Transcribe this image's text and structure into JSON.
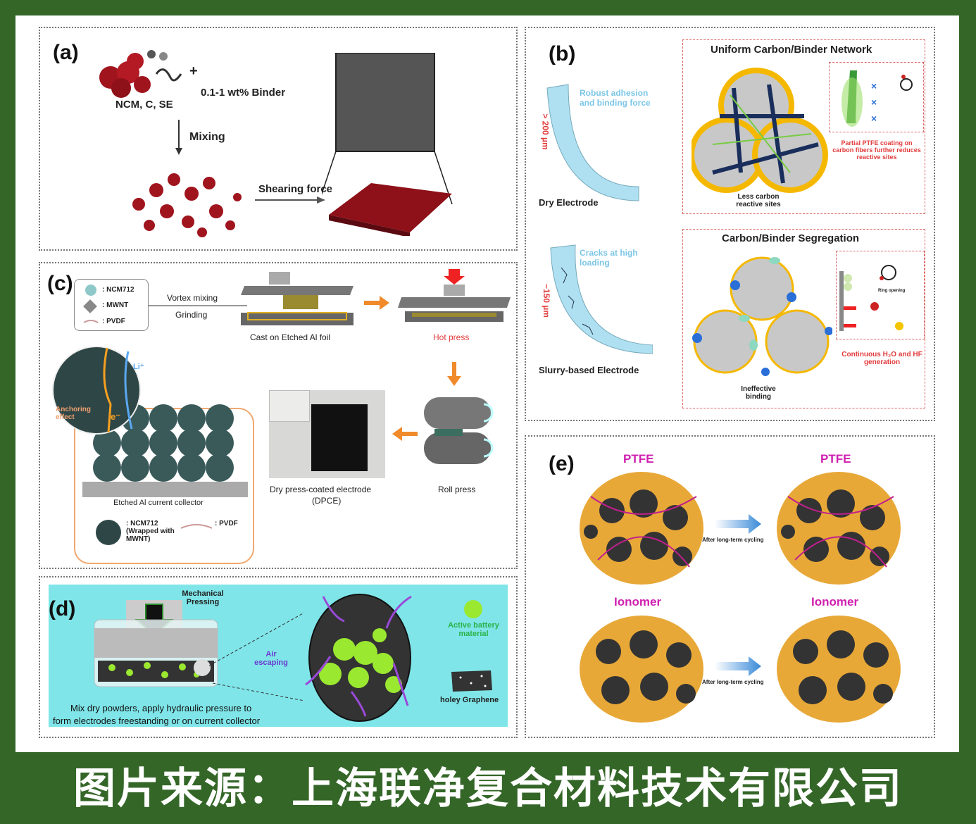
{
  "panel_a": {
    "label": "(a)",
    "materials": "NCM, C, SE",
    "plus": "+",
    "binder": "0.1-1 wt% Binder",
    "mixing": "Mixing",
    "shearing": "Shearing force"
  },
  "panel_b": {
    "label": "(b)",
    "top": {
      "side_text": "Robust adhesion and binding force",
      "thickness": "> 200 µm",
      "electrode": "Dry Electrode",
      "title": "Uniform Carbon/Binder Network",
      "note": "Partial PTFE coating on carbon fibers further reduces reactive sites",
      "caption": "Less carbon reactive sites"
    },
    "bottom": {
      "side_text": "Cracks at high loading",
      "thickness": "~150 µm",
      "electrode": "Slurry-based Electrode",
      "title": "Carbon/Binder Segregation",
      "note": "Continuous H₂O and HF generation",
      "caption": "Ineffective binding",
      "ring": "Ring opening"
    }
  },
  "panel_c": {
    "label": "(c)",
    "legend": [
      ": NCM712",
      ": MWNT",
      ": PVDF"
    ],
    "step1a": "Vortex mixing",
    "step1b": "Grinding",
    "cast": "Cast on Etched Al foil",
    "hot": "Hot press",
    "roll": "Roll press",
    "dpce": "Dry press-coated electrode",
    "dpce2": "(DPCE)",
    "collector": "Etched Al current collector",
    "anchoring": "Anchoring effect",
    "e": "e⁻",
    "li": "Li⁺",
    "legend2_ncm": ": NCM712 (Wrapped with MWNT)",
    "legend2_pvdf": ": PVDF"
  },
  "panel_d": {
    "label": "(d)",
    "pressing": "Mechanical Pressing",
    "air": "Air escaping",
    "active": "Active battery material",
    "graphene": "holey Graphene",
    "caption1": "Mix dry powders, apply hydraulic pressure to",
    "caption2": "form electrodes freestanding or on current collector"
  },
  "panel_e": {
    "label": "(e)",
    "ptfe": "PTFE",
    "ionomer": "Ionomer",
    "arrow": "After long-term cycling"
  },
  "banner": "图片来源：上海联净复合材料技术有限公司",
  "colors": {
    "frame": "#346628",
    "red": "#e23a3a",
    "cyan": "#7fe5e8"
  }
}
